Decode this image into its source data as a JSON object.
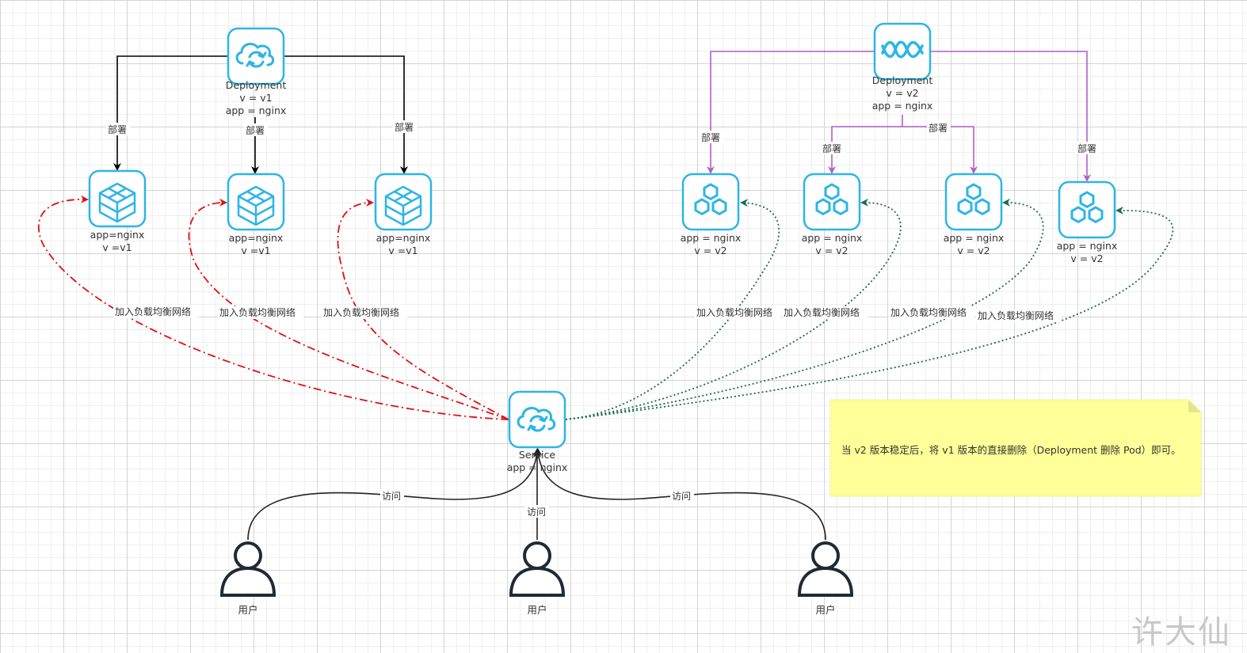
{
  "deployments": {
    "v1": {
      "title": "Deployment",
      "line2": "v = v1",
      "line3": "app = nginx"
    },
    "v2": {
      "title": "Deployment",
      "line2": "v = v2",
      "line3": "app = nginx"
    }
  },
  "pods_v1": [
    {
      "line1": "app=nginx",
      "line2": "v =v1"
    },
    {
      "line1": "app=nginx",
      "line2": "v =v1"
    },
    {
      "line1": "app=nginx",
      "line2": "v =v1"
    }
  ],
  "pods_v2": [
    {
      "line1": "app = nginx",
      "line2": "v = v2"
    },
    {
      "line1": "app = nginx",
      "line2": "v = v2"
    },
    {
      "line1": "app = nginx",
      "line2": "v = v2"
    },
    {
      "line1": "app = nginx",
      "line2": "v = v2"
    }
  ],
  "service": {
    "title": "Service",
    "line2": "app = nginx"
  },
  "edge_labels": {
    "deploy": "部署",
    "join_lb": "加入负载均衡网络",
    "visit": "访问"
  },
  "users": [
    {
      "label": "用户"
    },
    {
      "label": "用户"
    },
    {
      "label": "用户"
    }
  ],
  "note": {
    "text": "当 v2 版本稳定后，将 v1 版本的直接删除（Deployment 删除 Pod）即可。"
  },
  "watermark": "许大仙",
  "colors": {
    "icon": "#2cb5e8",
    "deploy_v1_edge": "#000000",
    "deploy_v2_edge": "#b45fcb",
    "lb_v1_edge": "#e01010",
    "lb_v2_edge": "#1a6b4a",
    "visit_edge": "#222222",
    "note_bg": "#ffff99"
  }
}
